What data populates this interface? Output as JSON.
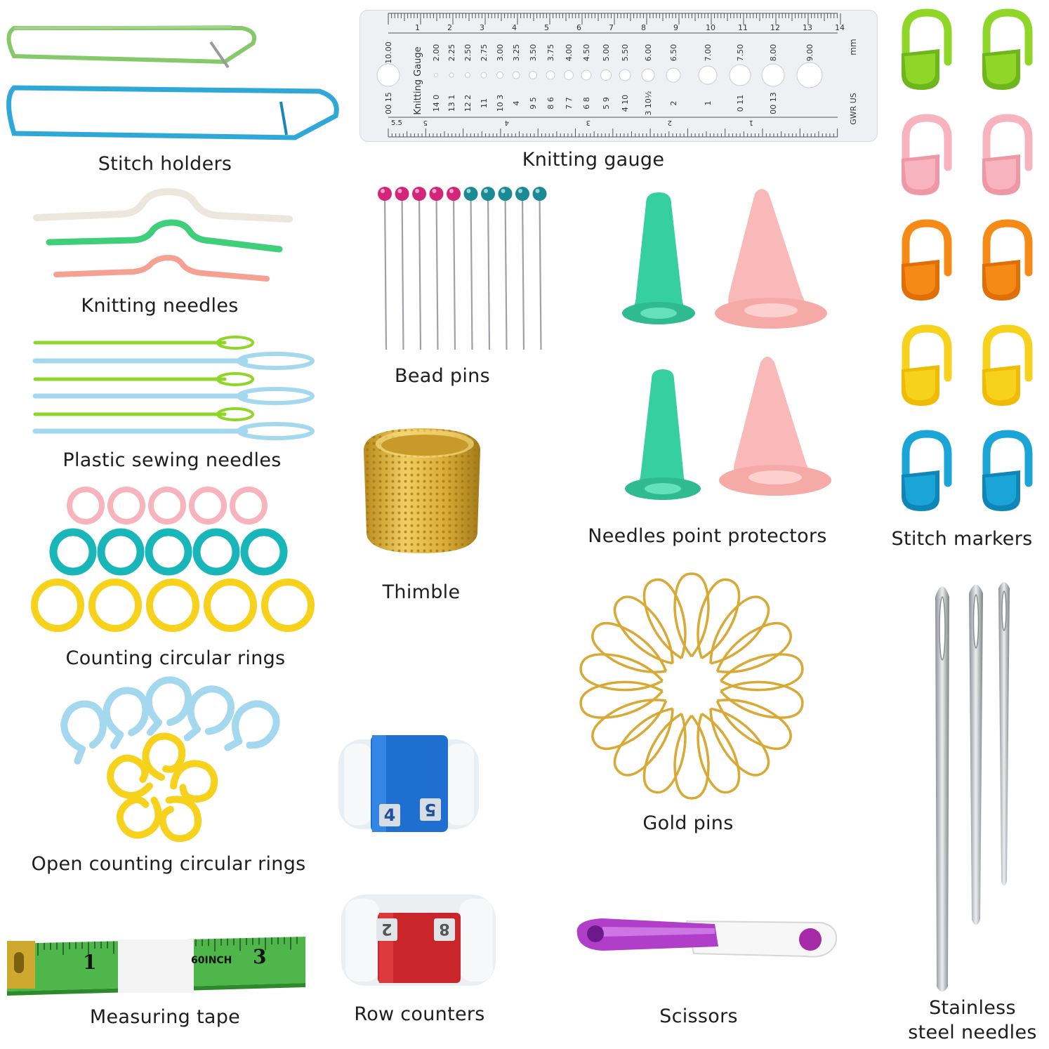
{
  "labels": {
    "stitch_holders": "Stitch holders",
    "knitting_gauge": "Knitting gauge",
    "knitting_needles": "Knitting needles",
    "bead_pins": "Bead pins",
    "plastic_sewing_needles": "Plastic sewing needles",
    "counting_circular_rings": "Counting circular rings",
    "thimble": "Thimble",
    "needles_point_protectors": "Needles point protectors",
    "stitch_markers": "Stitch markers",
    "open_counting_circular_rings": "Open counting circular rings",
    "gold_pins": "Gold pins",
    "measuring_tape": "Measuring tape",
    "row_counters": "Row counters",
    "scissors": "Scissors",
    "stainless_line1": "Stainless",
    "stainless_line2": "steel needles"
  },
  "gauge": {
    "title": "Knitting Gauge",
    "unit": "mm",
    "us_label": "GWR US",
    "top_scale": [
      "1",
      "2",
      "3",
      "4",
      "5",
      "6",
      "7",
      "8",
      "9",
      "10",
      "11",
      "12",
      "13",
      "14"
    ],
    "mm_sizes": [
      "10.00",
      "2.00",
      "2.25",
      "2.50",
      "2.75",
      "3.00",
      "3.25",
      "3.50",
      "3.75",
      "4.00",
      "4.50",
      "5.00",
      "5.50",
      "6.00",
      "6.50",
      "7.00",
      "7.50",
      "8.00",
      "9.00"
    ],
    "us_sizes": [
      "00 15",
      "14 0",
      "13 1",
      "12 2",
      "11",
      "10 3",
      "4",
      "9 5",
      "8 6",
      "7 7",
      "6 8",
      "5 9",
      "4 10",
      "3 10½",
      "2",
      "1",
      "0 11",
      "00 13"
    ],
    "bottom_scale": [
      "5",
      "4",
      "3",
      "2",
      "1"
    ],
    "bottom_edge": "5.5"
  },
  "measuring_tape": {
    "mark1": "1",
    "mark3": "3",
    "brand": "60INCH"
  },
  "row_counter_blue": {
    "d1": "4",
    "d2": "5"
  },
  "row_counter_red": {
    "d1": "2",
    "d2": "8"
  },
  "colors": {
    "lime": "#8fd629",
    "pink": "#f7b3be",
    "orange": "#f68a16",
    "yellow": "#f7d21c",
    "blue": "#1aa5d6",
    "teal": "#18b6b8",
    "mint": "#35d3a6",
    "light_blue": "#a3d8ee",
    "gold": "#d9a935",
    "purple": "#9b28c8"
  }
}
